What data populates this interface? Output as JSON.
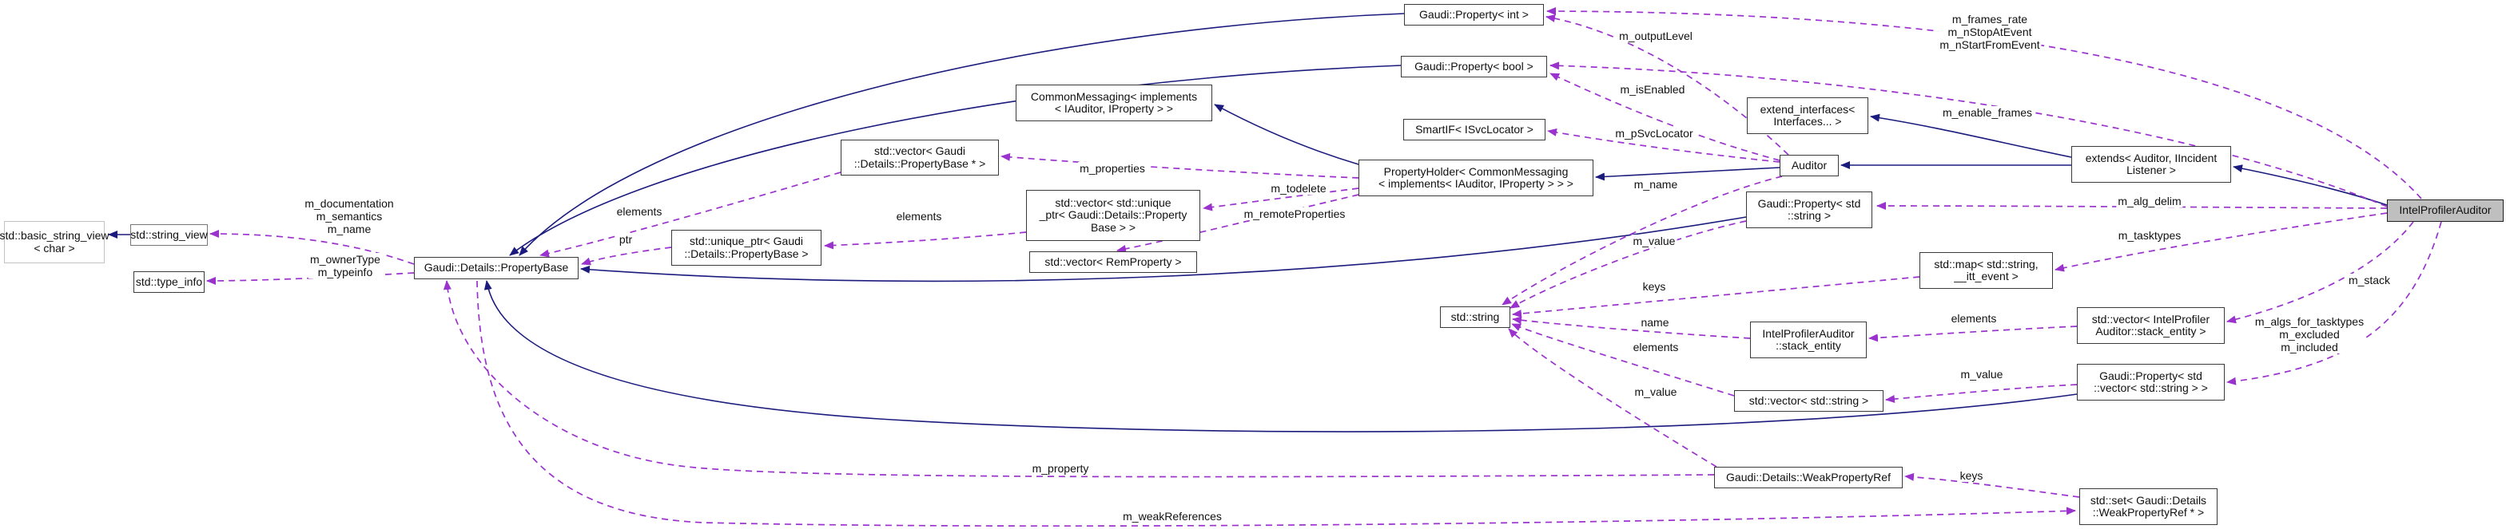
{
  "diagram": {
    "kind": "collaboration-graph",
    "main_class": "IntelProfilerAuditor",
    "colors": {
      "inheritance_edge": "#1b1b7e",
      "usage_edge": "#9a32cd",
      "node_border": "#3a3a3a",
      "external_node_border": "#c3c3c3",
      "selected_node_fill": "#bfbfbf",
      "background": "#ffffff"
    },
    "nodes": [
      {
        "id": "bsv",
        "lines": [
          "std::basic_string_view",
          "< char >"
        ],
        "style": "external"
      },
      {
        "id": "sv",
        "lines": [
          "std::string_view"
        ],
        "style": "external2"
      },
      {
        "id": "ti",
        "lines": [
          "std::type_info"
        ],
        "style": ""
      },
      {
        "id": "pb",
        "lines": [
          "Gaudi::Details::PropertyBase"
        ],
        "style": ""
      },
      {
        "id": "uniq",
        "lines": [
          "std::unique_ptr< Gaudi",
          "::Details::PropertyBase >"
        ],
        "style": ""
      },
      {
        "id": "vecpb",
        "lines": [
          "std::vector< Gaudi",
          "::Details::PropertyBase * >"
        ],
        "style": ""
      },
      {
        "id": "cm",
        "lines": [
          "CommonMessaging< implements",
          "< IAuditor, IProperty > >"
        ],
        "style": ""
      },
      {
        "id": "vecuniq",
        "lines": [
          "std::vector< std::unique",
          "_ptr< Gaudi::Details::Property",
          "Base > >"
        ],
        "style": ""
      },
      {
        "id": "vecrem",
        "lines": [
          "std::vector< RemProperty >"
        ],
        "style": ""
      },
      {
        "id": "ph",
        "lines": [
          "PropertyHolder< CommonMessaging",
          "< implements< IAuditor, IProperty > > >"
        ],
        "style": ""
      },
      {
        "id": "smartif",
        "lines": [
          "SmartIF< ISvcLocator >"
        ],
        "style": ""
      },
      {
        "id": "pint",
        "lines": [
          "Gaudi::Property< int >"
        ],
        "style": ""
      },
      {
        "id": "pbool",
        "lines": [
          "Gaudi::Property< bool >"
        ],
        "style": ""
      },
      {
        "id": "str",
        "lines": [
          "std::string"
        ],
        "style": ""
      },
      {
        "id": "pstr",
        "lines": [
          "Gaudi::Property< std",
          "::string >"
        ],
        "style": ""
      },
      {
        "id": "ei",
        "lines": [
          "extend_interfaces<",
          "Interfaces... >"
        ],
        "style": ""
      },
      {
        "id": "aud",
        "lines": [
          "Auditor"
        ],
        "style": ""
      },
      {
        "id": "ext",
        "lines": [
          "extends< Auditor, IIncident",
          "Listener >"
        ],
        "style": ""
      },
      {
        "id": "map",
        "lines": [
          "std::map< std::string,",
          "__itt_event >"
        ],
        "style": ""
      },
      {
        "id": "se",
        "lines": [
          "IntelProfilerAuditor",
          "::stack_entity"
        ],
        "style": ""
      },
      {
        "id": "vecstr",
        "lines": [
          "std::vector< std::string >"
        ],
        "style": ""
      },
      {
        "id": "vecse",
        "lines": [
          "std::vector< IntelProfiler",
          "Auditor::stack_entity >"
        ],
        "style": ""
      },
      {
        "id": "pvecstr",
        "lines": [
          "Gaudi::Property< std",
          "::vector< std::string > >"
        ],
        "style": ""
      },
      {
        "id": "ipa",
        "lines": [
          "IntelProfilerAuditor"
        ],
        "style": "selected"
      },
      {
        "id": "wpr",
        "lines": [
          "Gaudi::Details::WeakPropertyRef"
        ],
        "style": ""
      },
      {
        "id": "set",
        "lines": [
          "std::set< Gaudi::Details",
          "::WeakPropertyRef * >"
        ],
        "style": ""
      }
    ],
    "edges": [
      {
        "id": "e1",
        "from": "sv",
        "to": "bsv",
        "type": "inheritance",
        "label": ""
      },
      {
        "id": "e2",
        "from": "pint",
        "to": "pb",
        "type": "inheritance",
        "label": ""
      },
      {
        "id": "e3",
        "from": "pbool",
        "to": "pb",
        "type": "inheritance",
        "label": ""
      },
      {
        "id": "e4",
        "from": "ph",
        "to": "cm",
        "type": "inheritance",
        "label": ""
      },
      {
        "id": "e5",
        "from": "aud",
        "to": "ph",
        "type": "inheritance",
        "label": ""
      },
      {
        "id": "e6",
        "from": "ext",
        "to": "aud",
        "type": "inheritance",
        "label": ""
      },
      {
        "id": "e7",
        "from": "ext",
        "to": "ei",
        "type": "inheritance",
        "label": ""
      },
      {
        "id": "e8",
        "from": "ipa",
        "to": "ext",
        "type": "inheritance",
        "label": ""
      },
      {
        "id": "e9",
        "from": "pstr",
        "to": "pb",
        "type": "inheritance",
        "label": ""
      },
      {
        "id": "e10",
        "from": "pvecstr",
        "to": "pb",
        "type": "inheritance",
        "label": ""
      },
      {
        "id": "u1",
        "from": "pb",
        "to": "sv",
        "type": "usage",
        "label": "m_documentation\nm_semantics\nm_name"
      },
      {
        "id": "u2",
        "from": "pb",
        "to": "ti",
        "type": "usage",
        "label": "m_ownerType\nm_typeinfo"
      },
      {
        "id": "u3",
        "from": "vecpb",
        "to": "pb",
        "type": "usage",
        "label": "elements"
      },
      {
        "id": "u4",
        "from": "ph",
        "to": "vecpb",
        "type": "usage",
        "label": "m_properties"
      },
      {
        "id": "u5",
        "from": "ph",
        "to": "vecuniq",
        "type": "usage",
        "label": "m_todelete"
      },
      {
        "id": "u6",
        "from": "ph",
        "to": "vecrem",
        "type": "usage",
        "label": "m_remoteProperties"
      },
      {
        "id": "u7",
        "from": "vecuniq",
        "to": "uniq",
        "type": "usage",
        "label": "elements"
      },
      {
        "id": "u8",
        "from": "uniq",
        "to": "pb",
        "type": "usage",
        "label": "ptr"
      },
      {
        "id": "u9",
        "from": "aud",
        "to": "smartif",
        "type": "usage",
        "label": "m_pSvcLocator"
      },
      {
        "id": "u10",
        "from": "aud",
        "to": "pint",
        "type": "usage",
        "label": "m_outputLevel"
      },
      {
        "id": "u11",
        "from": "aud",
        "to": "pbool",
        "type": "usage",
        "label": "m_isEnabled"
      },
      {
        "id": "u12",
        "from": "aud",
        "to": "str",
        "type": "usage",
        "label": "m_name"
      },
      {
        "id": "u13",
        "from": "pstr",
        "to": "str",
        "type": "usage",
        "label": "m_value"
      },
      {
        "id": "u14",
        "from": "map",
        "to": "str",
        "type": "usage",
        "label": "keys"
      },
      {
        "id": "u15",
        "from": "se",
        "to": "str",
        "type": "usage",
        "label": "name"
      },
      {
        "id": "u16",
        "from": "vecstr",
        "to": "str",
        "type": "usage",
        "label": "elements"
      },
      {
        "id": "u17",
        "from": "wpr",
        "to": "str",
        "type": "usage",
        "label": "m_value"
      },
      {
        "id": "u18",
        "from": "wpr",
        "to": "pb",
        "type": "usage",
        "label": "m_property"
      },
      {
        "id": "u19",
        "from": "pb",
        "to": "set",
        "type": "usage",
        "label": "m_weakReferences"
      },
      {
        "id": "u20",
        "from": "set",
        "to": "wpr",
        "type": "usage",
        "label": "keys"
      },
      {
        "id": "u21",
        "from": "vecse",
        "to": "se",
        "type": "usage",
        "label": "elements"
      },
      {
        "id": "u22",
        "from": "pvecstr",
        "to": "vecstr",
        "type": "usage",
        "label": "m_value"
      },
      {
        "id": "u23",
        "from": "ipa",
        "to": "pint",
        "type": "usage",
        "label": "m_frames_rate\nm_nStopAtEvent\nm_nStartFromEvent"
      },
      {
        "id": "u24",
        "from": "ipa",
        "to": "pbool",
        "type": "usage",
        "label": "m_enable_frames"
      },
      {
        "id": "u25",
        "from": "ipa",
        "to": "pstr",
        "type": "usage",
        "label": "m_alg_delim"
      },
      {
        "id": "u26",
        "from": "ipa",
        "to": "map",
        "type": "usage",
        "label": "m_tasktypes"
      },
      {
        "id": "u27",
        "from": "ipa",
        "to": "vecse",
        "type": "usage",
        "label": "m_stack"
      },
      {
        "id": "u28",
        "from": "ipa",
        "to": "pvecstr",
        "type": "usage",
        "label": "m_algs_for_tasktypes\nm_excluded\nm_included"
      }
    ]
  }
}
